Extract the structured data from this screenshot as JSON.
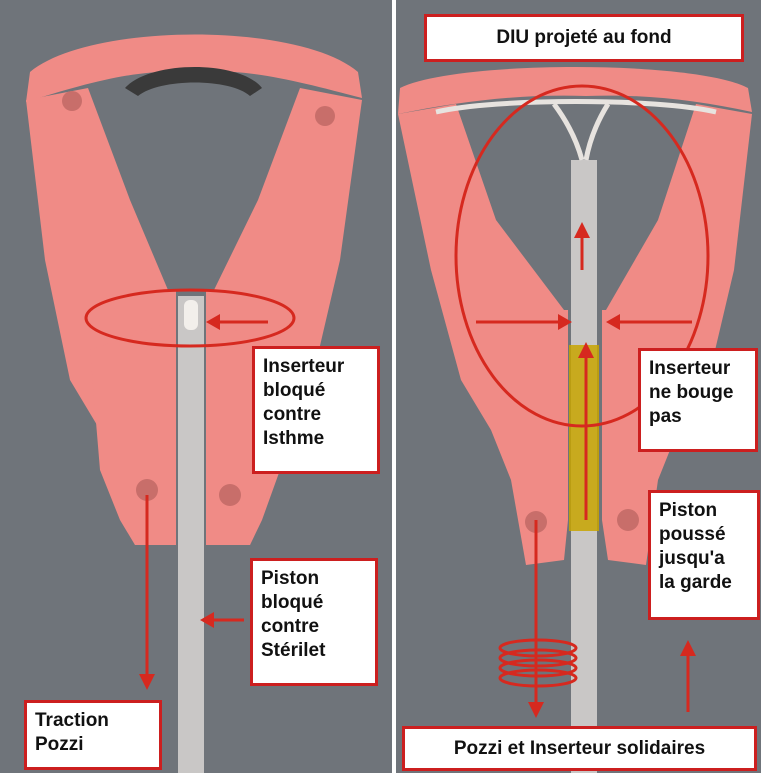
{
  "left_panel": {
    "labels": {
      "inserter_blocked": "Inserteur\nbloqué\ncontre\nIsthme",
      "piston_blocked": "Piston\nbloqué\ncontre\nStérilet",
      "traction": "Traction\nPozzi"
    }
  },
  "right_panel": {
    "labels": {
      "iud_title": "DIU projeté au fond",
      "inserter_still": "Inserteur\nne bouge\npas",
      "piston_pushed": "Piston\npoussé\njusqu'a\nla garde",
      "bottom_caption": "Pozzi et Inserteur solidaires"
    }
  },
  "colors": {
    "background": "#6d7278",
    "uterus_model": "#f08b86",
    "annotation": "#d6291f",
    "tube": "#d9d6d3",
    "piston_highlight": "#c8a400"
  }
}
